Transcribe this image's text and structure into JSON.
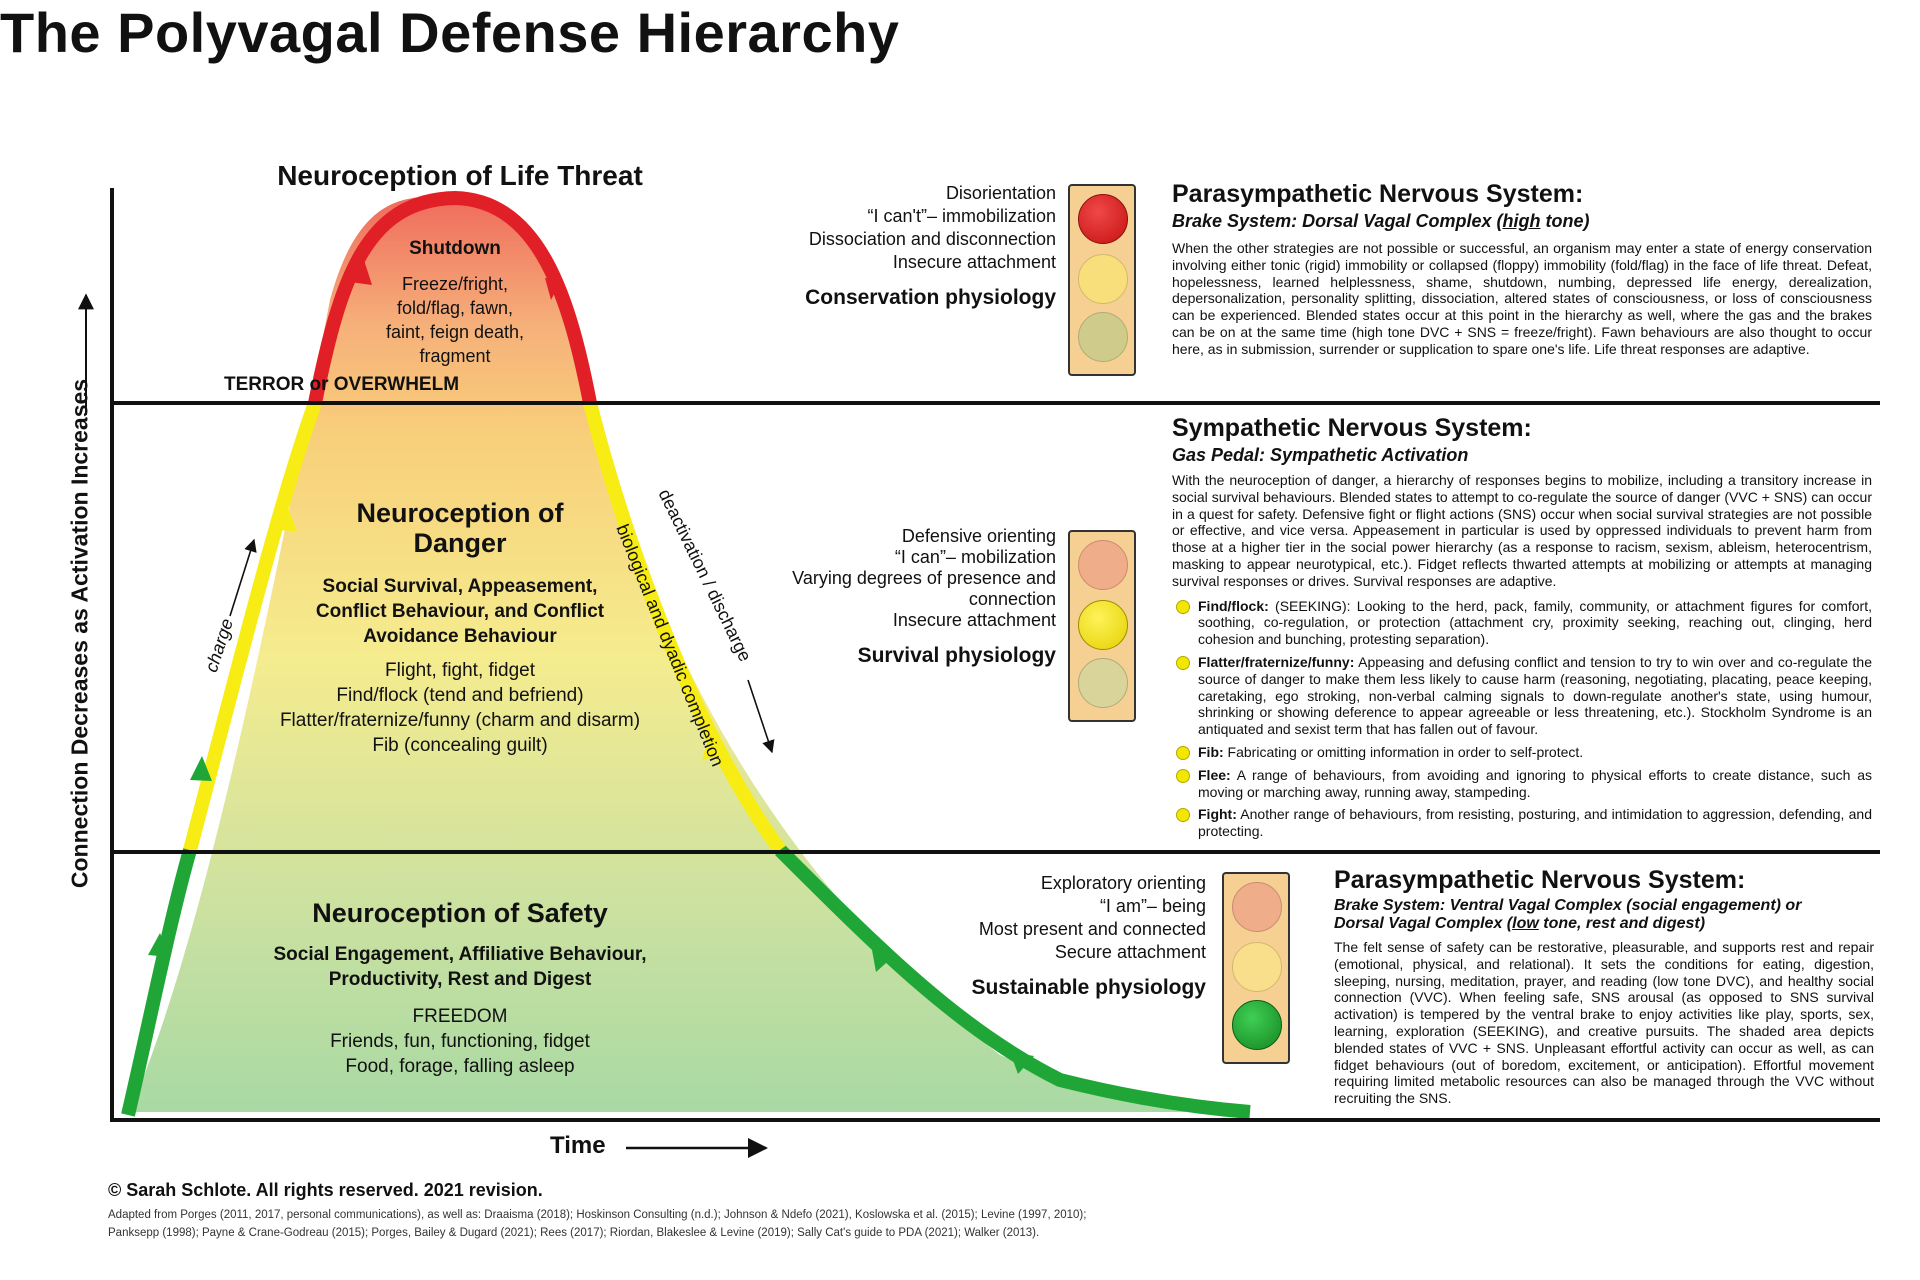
{
  "title": "The Polyvagal Defense Hierarchy",
  "colors": {
    "red": "#e11f26",
    "yellow": "#f7ec13",
    "green": "#1fa637",
    "lamp_red": "#d91f1f",
    "lamp_yellow": "#f3ea00",
    "lamp_green": "#1a9c2a"
  },
  "axes": {
    "y_label": "Connection Decreases as Activation Increases",
    "x_label": "Time"
  },
  "curve": {
    "charge": "charge",
    "deactivation": "deactivation / discharge",
    "completion": "biological and dyadic completion"
  },
  "zones": {
    "threat": {
      "heading": "Neuroception of Life Threat",
      "state": "Shutdown",
      "lines": [
        "Freeze/fright,",
        "fold/flag, fawn,",
        "faint, feign death,",
        "fragment"
      ],
      "boundary": "TERROR or OVERWHELM"
    },
    "danger": {
      "heading_line1": "Neuroception of",
      "heading_line2": "Danger",
      "subhead": [
        "Social Survival, Appeasement,",
        "Conflict Behaviour, and Conflict",
        "Avoidance Behaviour"
      ],
      "lines": [
        "Flight, fight, fidget",
        "Find/flock (tend and befriend)",
        "Flatter/fraternize/funny (charm and disarm)",
        "Fib (concealing guilt)"
      ]
    },
    "safety": {
      "heading": "Neuroception of Safety",
      "subhead": [
        "Social Engagement, Affiliative Behaviour,",
        "Productivity, Rest and Digest"
      ],
      "lines": [
        "FREEDOM",
        "Friends, fun, functioning, fidget",
        "Food, forage, falling asleep"
      ]
    }
  },
  "states": {
    "top": {
      "lines": [
        "Disorientation",
        "“I can't”– immobilization",
        "Dissociation and disconnection",
        "Insecure attachment"
      ],
      "physiology": "Conservation physiology",
      "active_light": "red-lamp"
    },
    "middle": {
      "lines": [
        "Defensive orienting",
        "“I can”– mobilization",
        "Varying degrees of presence and",
        "connection",
        "Insecure attachment"
      ],
      "physiology": "Survival physiology",
      "active_light": "yellow-lamp"
    },
    "bottom": {
      "lines": [
        "Exploratory orienting",
        "“I am”– being",
        "Most present and connected",
        "Secure attachment"
      ],
      "physiology": "Sustainable physiology",
      "active_light": "green-lamp"
    }
  },
  "sections": {
    "dorsal": {
      "heading": "Parasympathetic Nervous System:",
      "sub_prefix": "Brake System: Dorsal Vagal Complex (",
      "sub_underlined": "high",
      "sub_suffix": " tone)",
      "body": "When the other strategies are not possible or successful, an organism may enter a state of energy conservation involving either tonic (rigid) immobility or collapsed (floppy) immobility (fold/flag) in the face of life threat. Defeat, hopelessness, learned helplessness, shame, shutdown, numbing, depressed life energy, derealization, depersonalization, personality splitting, dissociation, altered states of consciousness, or loss of consciousness can be experienced. Blended states occur at this point in the hierarchy as well, where the gas and the brakes can be on at the same time (high tone DVC + SNS = freeze/fright). Fawn behaviours are also thought to occur here, as in submission, surrender or supplication to spare one's life. Life threat responses are adaptive."
    },
    "sympathetic": {
      "heading": "Sympathetic Nervous System:",
      "sub": "Gas Pedal: Sympathetic Activation",
      "body": "With the neuroception of danger, a hierarchy of responses begins to mobilize, including a transitory increase in social survival behaviours. Blended states to attempt to co-regulate the source of danger (VVC + SNS) can occur in a quest for safety. Defensive fight or flight actions (SNS) occur when social survival strategies are not possible or effective, and vice versa. Appeasement in particular is used by oppressed individuals to prevent harm from those at a higher tier in the social power hierarchy (as a response to racism, sexism, ableism, heterocentrism, masking to appear neurotypical, etc.). Fidget reflects thwarted attempts at mobilizing or attempts at managing survival responses or drives. Survival responses are adaptive.",
      "bullets": [
        {
          "term": "Find/flock:",
          "text": " (SEEKING): Looking to the herd, pack, family, community, or attachment figures for comfort, soothing, co-regulation, or protection (attachment cry, proximity seeking, reaching out, clinging, herd cohesion and bunching, protesting separation)."
        },
        {
          "term": "Flatter/fraternize/funny:",
          "text": " Appeasing and defusing conflict and tension to try to win over and co-regulate the source of danger to make them less likely to cause harm (reasoning, negotiating, placating, peace keeping, caretaking, ego stroking, non-verbal calming signals to down-regulate another's state, using humour, shrinking or showing deference to appear agreeable or less threatening, etc.). Stockholm Syndrome is an antiquated and sexist term that has fallen out of favour."
        },
        {
          "term": "Fib:",
          "text": " Fabricating or omitting information in order to self-protect."
        },
        {
          "term": "Flee:",
          "text": " A range of behaviours, from avoiding and ignoring to physical efforts to create distance, such as moving or marching away, running away, stampeding."
        },
        {
          "term": "Fight:",
          "text": " Another range of behaviours, from resisting, posturing, and intimidation to aggression, defending, and protecting."
        }
      ]
    },
    "ventral": {
      "heading": "Parasympathetic Nervous System:",
      "sub_line1": "Brake System: Ventral Vagal Complex (social engagement) or",
      "sub_line2_prefix": "Dorsal Vagal Complex  (",
      "sub_line2_underlined": "low",
      "sub_line2_suffix": " tone, rest and digest)",
      "body": "The felt sense of safety can be restorative, pleasurable, and supports rest and repair (emotional, physical, and relational). It sets the conditions for eating, digestion, sleeping, nursing, meditation, prayer, and reading (low tone DVC), and healthy social connection (VVC). When feeling safe, SNS arousal (as opposed to SNS survival activation) is tempered by the ventral brake to enjoy activities like play, sports, sex, learning, exploration (SEEKING), and creative pursuits. The shaded area depicts blended states of VVC + SNS. Unpleasant effortful activity can occur as well, as can fidget behaviours (out of boredom, excitement, or anticipation). Effortful movement requiring limited metabolic resources can also be managed through the VVC without recruiting the SNS."
    }
  },
  "footer": {
    "copyright": "© Sarah Schlote. All rights reserved. 2021 revision.",
    "refs_line1": "Adapted from Porges (2011, 2017, personal communications), as well as: Draaisma (2018); Hoskinson Consulting (n.d.); Johnson & Ndefo (2021), Koslowska et al. (2015); Levine (1997, 2010);",
    "refs_line2": "Panksepp (1998); Payne & Crane-Godreau (2015); Porges, Bailey & Dugard (2021); Rees (2017); Riordan, Blakeslee & Levine (2019); Sally Cat's guide to PDA (2021); Walker (2013)."
  }
}
